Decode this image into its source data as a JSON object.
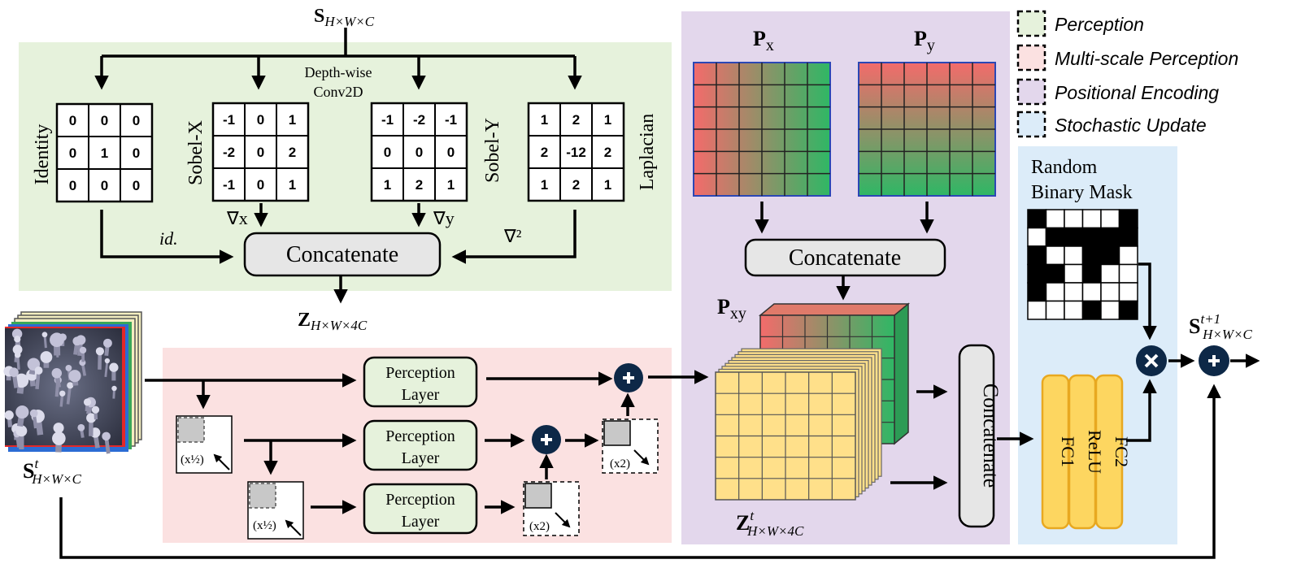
{
  "legend": [
    {
      "label": "Perception",
      "color": "#e6f2dc"
    },
    {
      "label": "Multi-scale Perception",
      "color": "#fbe1e1"
    },
    {
      "label": "Positional Encoding",
      "color": "#e3d7ec"
    },
    {
      "label": "Stochastic Update",
      "color": "#dcecf9"
    }
  ],
  "perception": {
    "state_input": {
      "main": "S",
      "sub": "H×W×C"
    },
    "conv_label": [
      "Depth-wise",
      "Conv2D"
    ],
    "kernels": [
      {
        "name": "Identity",
        "values": [
          "0",
          "0",
          "0",
          "0",
          "1",
          "0",
          "0",
          "0",
          "0"
        ]
      },
      {
        "name": "Sobel-X",
        "values": [
          "-1",
          "0",
          "1",
          "-2",
          "0",
          "2",
          "-1",
          "0",
          "1"
        ]
      },
      {
        "name": "Sobel-Y",
        "values": [
          "-1",
          "-2",
          "-1",
          "0",
          "0",
          "0",
          "1",
          "2",
          "1"
        ]
      },
      {
        "name": "Laplacian",
        "values": [
          "1",
          "2",
          "1",
          "2",
          "-12",
          "2",
          "1",
          "2",
          "1"
        ]
      }
    ],
    "op_labels": {
      "identity": "id.",
      "grad_x": "∇x",
      "grad_y": "∇y",
      "laplace": "∇²"
    },
    "concat_label": "Concatenate",
    "output": {
      "main": "Z",
      "sub": "H×W×4C"
    }
  },
  "input_state": {
    "main": "S",
    "sup": "t",
    "sub": "H×W×C"
  },
  "multiscale": {
    "layer_labels": [
      [
        "Perception",
        "Layer"
      ],
      [
        "Perception",
        "Layer"
      ],
      [
        "Perception",
        "Layer"
      ]
    ],
    "downsample_label": "(x½)",
    "upsample_label": "(x2)"
  },
  "positional": {
    "px_label": {
      "main": "P",
      "sub": "x"
    },
    "py_label": {
      "main": "P",
      "sub": "y"
    },
    "concat_label": "Concatenate",
    "pxy_label": {
      "main": "P",
      "sub": "xy"
    },
    "z_label": {
      "main": "Z",
      "sup": "t",
      "sub": "H×W×4C"
    },
    "concat_vertical": "Concatenate",
    "colors": {
      "start": "#f36b6b",
      "end": "#2fb765"
    }
  },
  "stochastic": {
    "mask_label": [
      "Random",
      "Binary Mask"
    ],
    "mask": [
      [
        1,
        0,
        0,
        0,
        0,
        1
      ],
      [
        0,
        1,
        1,
        1,
        1,
        1
      ],
      [
        1,
        0,
        0,
        1,
        1,
        0
      ],
      [
        1,
        1,
        0,
        1,
        0,
        0
      ],
      [
        1,
        0,
        0,
        0,
        0,
        0
      ],
      [
        0,
        0,
        0,
        1,
        0,
        1
      ]
    ],
    "mlp": [
      "FC1",
      "ReLU",
      "FC2"
    ]
  },
  "output_state": {
    "main": "S",
    "sup": "t+1",
    "sub": "H×W×C"
  }
}
